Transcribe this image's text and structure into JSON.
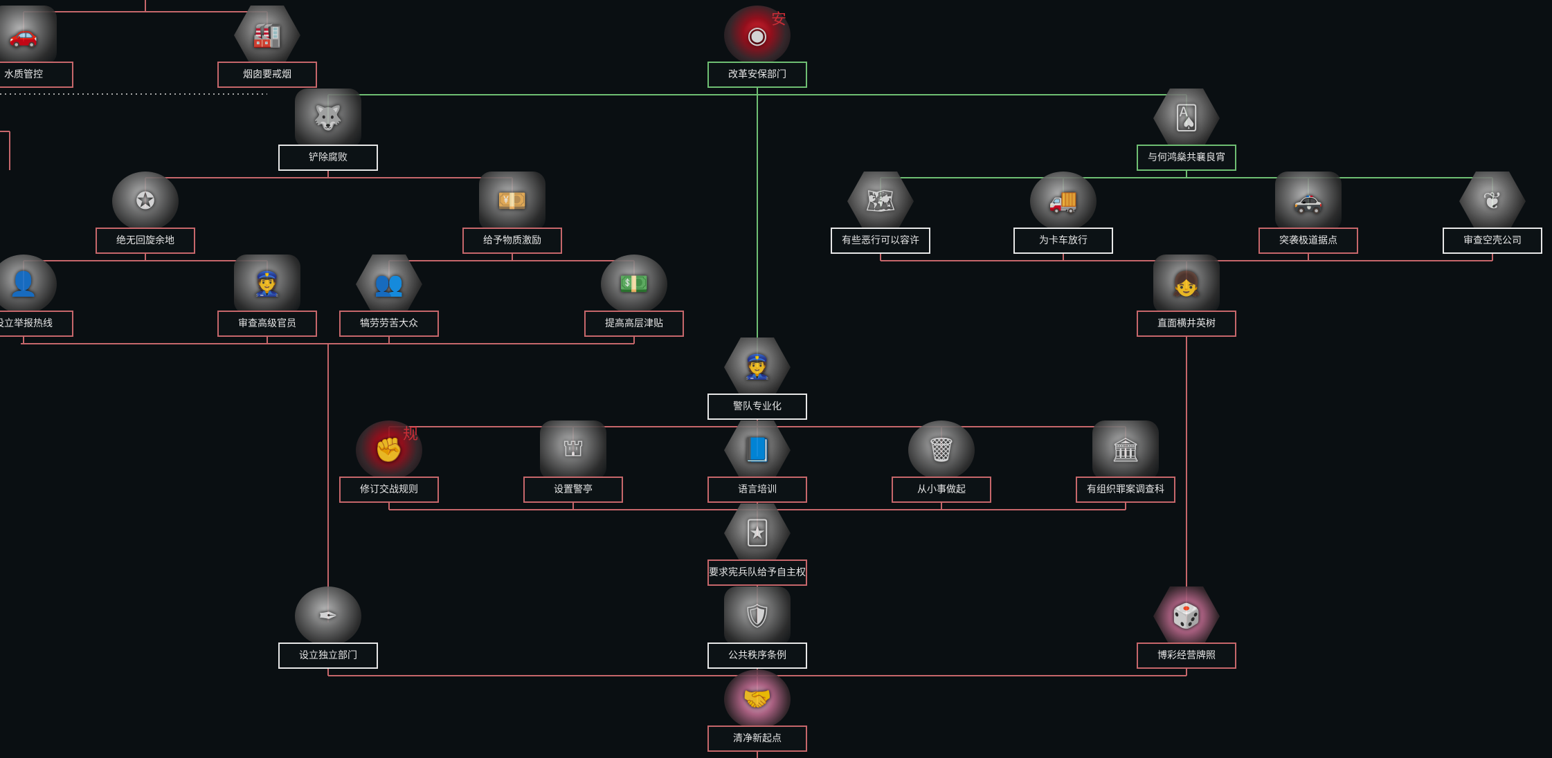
{
  "colors": {
    "background": "#0a0f12",
    "red_line": "#c7676b",
    "green_line": "#6fbf73",
    "white_border": "#e8e8e8",
    "label_text": "#e6e6e6"
  },
  "focuses": [
    {
      "id": "water",
      "label": "水质管控",
      "icon": "car-icon",
      "border": "red"
    },
    {
      "id": "tobacco",
      "label": "烟囱要戒烟",
      "icon": "chimney-icon",
      "border": "red"
    },
    {
      "id": "reform",
      "label": "改革安保部门",
      "icon": "red-eye-icon",
      "border": "green",
      "accent": "安",
      "style": "redglow"
    },
    {
      "id": "eradicate",
      "label": "铲除腐败",
      "icon": "wolf-icon",
      "border": "white"
    },
    {
      "id": "gamble",
      "label": "与何鸿燊共襄良宵",
      "icon": "playing-cards-icon",
      "border": "green"
    },
    {
      "id": "no_room",
      "label": "绝无回旋余地",
      "icon": "police-badge-icon",
      "border": "red"
    },
    {
      "id": "material",
      "label": "给予物质激励",
      "icon": "money-icon",
      "border": "red"
    },
    {
      "id": "crimes",
      "label": "有些恶行可以容许",
      "icon": "map-icon",
      "border": "white"
    },
    {
      "id": "trucks",
      "label": "为卡车放行",
      "icon": "truck-icon",
      "border": "white"
    },
    {
      "id": "raid",
      "label": "突袭极道据点",
      "icon": "police-car-icon",
      "border": "red"
    },
    {
      "id": "shell",
      "label": "审查空壳公司",
      "icon": "laurel-badge-icon",
      "border": "white"
    },
    {
      "id": "hotline",
      "label": "设立举报热线",
      "icon": "reporter-icon",
      "border": "red"
    },
    {
      "id": "officials",
      "label": "审查高级官员",
      "icon": "officer-icon",
      "border": "red"
    },
    {
      "id": "public",
      "label": "犒劳劳苦大众",
      "icon": "people-icon",
      "border": "red"
    },
    {
      "id": "subsidy",
      "label": "提高高层津贴",
      "icon": "cash-hand-icon",
      "border": "red"
    },
    {
      "id": "guard",
      "label": "直面横井英树",
      "icon": "character-portrait-icon",
      "border": "red"
    },
    {
      "id": "professional",
      "label": "警队专业化",
      "icon": "police-officer-icon",
      "border": "white"
    },
    {
      "id": "engagement",
      "label": "修订交战规则",
      "icon": "rules-icon",
      "border": "red",
      "accent": "规",
      "style": "redglow"
    },
    {
      "id": "kiosk",
      "label": "设置警亭",
      "icon": "booth-icon",
      "border": "red"
    },
    {
      "id": "language",
      "label": "语言培训",
      "icon": "book-icon",
      "border": "red"
    },
    {
      "id": "small",
      "label": "从小事做起",
      "icon": "trash-icon",
      "border": "red"
    },
    {
      "id": "organized",
      "label": "有组织罪案调查科",
      "icon": "building-icon",
      "border": "red"
    },
    {
      "id": "autonomy",
      "label": "要求宪兵队给予自主权",
      "icon": "cards-hands-icon",
      "border": "red"
    },
    {
      "id": "independent",
      "label": "设立独立部门",
      "icon": "calligraphy-icon",
      "border": "white"
    },
    {
      "id": "public_order",
      "label": "公共秩序条例",
      "icon": "shield-man-icon",
      "border": "white"
    },
    {
      "id": "casino",
      "label": "博彩经营牌照",
      "icon": "casino-icon",
      "border": "red",
      "style": "pinkglow"
    },
    {
      "id": "fresh",
      "label": "清净新起点",
      "icon": "handshake-icon",
      "border": "red",
      "style": "pinkglow"
    }
  ]
}
